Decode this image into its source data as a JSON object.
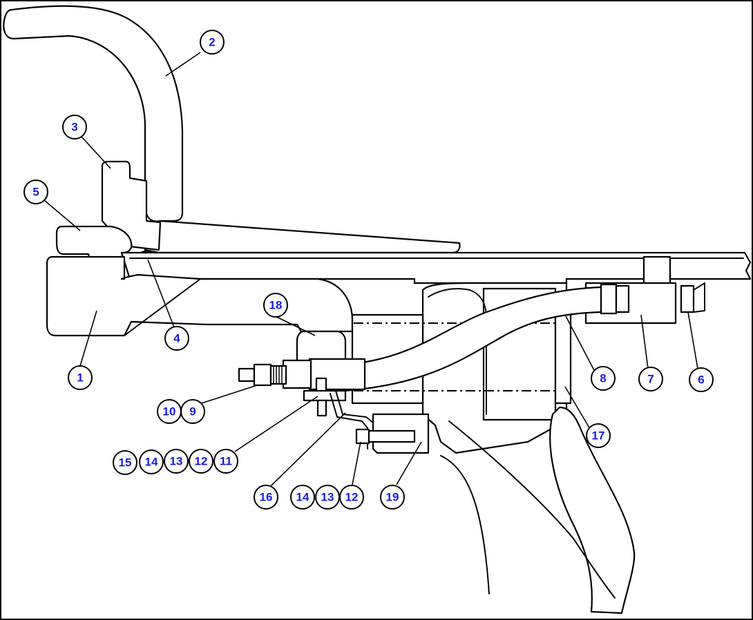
{
  "diagram": {
    "colors": {
      "line": "#000000",
      "callout_text": "#1a1adf",
      "background": "#ffffff"
    },
    "callouts": [
      {
        "id": "c1",
        "label": "1"
      },
      {
        "id": "c2",
        "label": "2"
      },
      {
        "id": "c3",
        "label": "3"
      },
      {
        "id": "c4",
        "label": "4"
      },
      {
        "id": "c5",
        "label": "5"
      },
      {
        "id": "c6",
        "label": "6"
      },
      {
        "id": "c7",
        "label": "7"
      },
      {
        "id": "c8",
        "label": "8"
      },
      {
        "id": "c9",
        "label": "9"
      },
      {
        "id": "c10",
        "label": "10"
      },
      {
        "id": "c11",
        "label": "11"
      },
      {
        "id": "c12a",
        "label": "12"
      },
      {
        "id": "c13a",
        "label": "13"
      },
      {
        "id": "c14a",
        "label": "14"
      },
      {
        "id": "c15",
        "label": "15"
      },
      {
        "id": "c16",
        "label": "16"
      },
      {
        "id": "c14b",
        "label": "14"
      },
      {
        "id": "c13b",
        "label": "13"
      },
      {
        "id": "c12b",
        "label": "12"
      },
      {
        "id": "c19",
        "label": "19"
      },
      {
        "id": "c17",
        "label": "17"
      },
      {
        "id": "c18",
        "label": "18"
      }
    ]
  }
}
